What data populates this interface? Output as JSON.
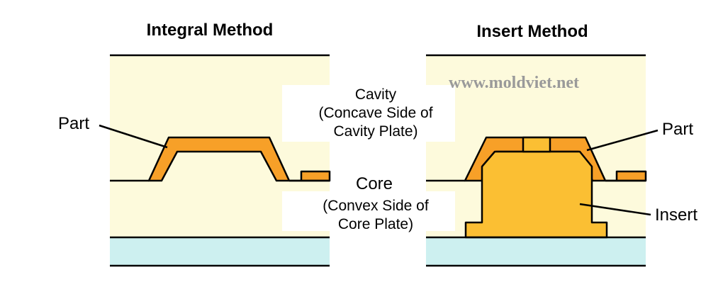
{
  "titles": {
    "integral": "Integral Method",
    "insert": "Insert Method"
  },
  "watermark": "www.moldviet.net",
  "labels": {
    "part_left": "Part",
    "part_right": "Part",
    "insert": "Insert",
    "cavity": {
      "line1": "Cavity",
      "line2": "(Concave Side of",
      "line3": "Cavity Plate)"
    },
    "core": {
      "line1": "Core",
      "line2": "(Convex Side of",
      "line3": "Core Plate)"
    }
  },
  "colors": {
    "background": "#ffffff",
    "plate": "#fdfadc",
    "base": "#cdf0f0",
    "part": "#f7a028",
    "insert": "#fbbf33",
    "outline": "#000000",
    "watermark": "#9a9a9a"
  }
}
